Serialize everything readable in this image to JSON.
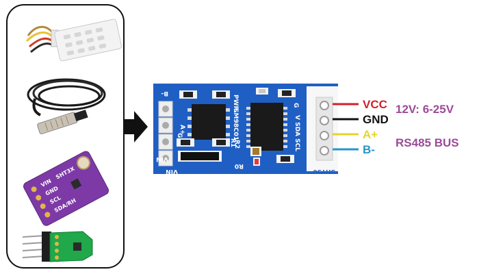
{
  "board": {
    "silkscreen": {
      "bminus": "B-",
      "aplus": "A+",
      "vin_side": "VIN",
      "g_left": "G",
      "pwr": "PWR.",
      "chip_id": "SM98C01",
      "r1": "R1",
      "r2": "R2",
      "r0": "R0",
      "g_top": "G",
      "bus_pins": "V SDA SCL",
      "model": "SHT30",
      "vin_bottom": "VIN"
    }
  },
  "wires": [
    {
      "label": "VCC",
      "color": "#d0222b"
    },
    {
      "label": "GND",
      "color": "#111111"
    },
    {
      "label": "A+",
      "color": "#e6d32a"
    },
    {
      "label": "B-",
      "color": "#2596c8"
    }
  ],
  "labels": {
    "power": "12V: 6-25V",
    "bus": "RS485 BUS"
  },
  "breakout_pins": {
    "vin": "VIN",
    "chip": "SHT3X",
    "gnd": "GND",
    "scl": "SCL",
    "sda": "SDA/RH"
  },
  "colors": {
    "pcb_blue": "#1f5fc4",
    "label_purple": "#9b4a96",
    "breakout_purple": "#7d3aa6",
    "green_pcb": "#20a84a"
  }
}
